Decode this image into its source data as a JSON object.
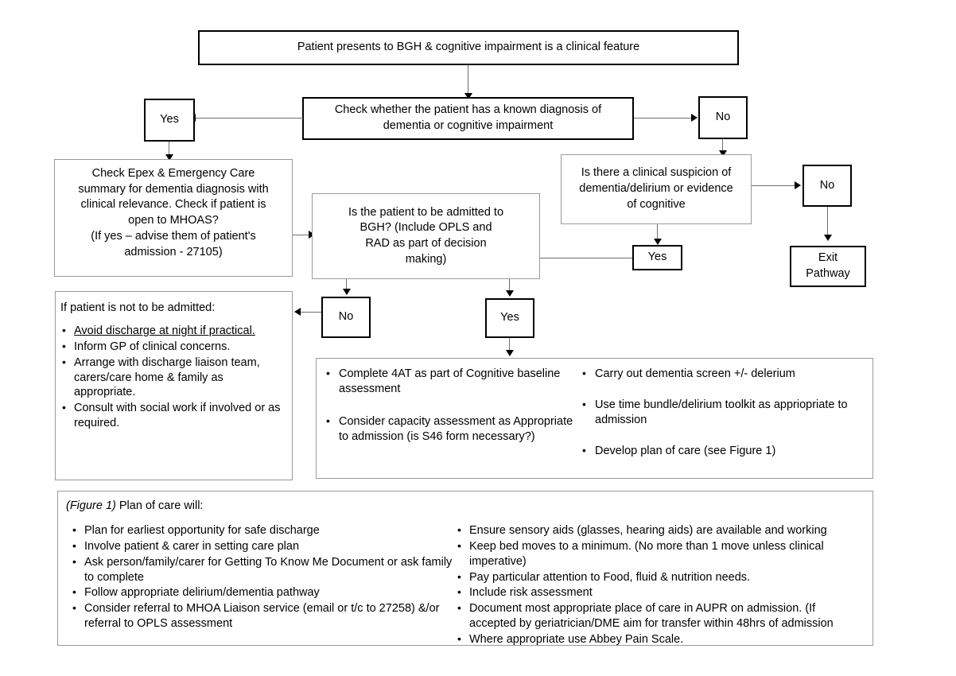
{
  "title": "Dementia / cognitive impairment clinical pathway flowchart",
  "nodes": {
    "start": "Patient presents to BGH & cognitive impairment is a clinical feature",
    "check_known": "Check whether the patient has a known diagnosis of dementia or cognitive impairment",
    "yes_1": "Yes",
    "no_1": "No",
    "epex": {
      "line1": "Check Epex & Emergency Care",
      "line2": "summary for dementia diagnosis with",
      "line3": "clinical relevance. Check if patient is",
      "line4": "open to MHOAS?",
      "line5": "(If yes – advise them of patient's",
      "line6": "admission - 27105)"
    },
    "suspicion": {
      "line1": "Is there a clinical suspicion of",
      "line2": "dementia/delirium or evidence",
      "line3": "of cognitive"
    },
    "no_2": "No",
    "exit_pathway": {
      "line1": "Exit",
      "line2": "Pathway"
    },
    "yes_2": "Yes",
    "admitted": {
      "line1": "Is the patient to be admitted to",
      "line2": "BGH? (Include OPLS and",
      "line3": "RAD as part of decision",
      "line4": "making)"
    },
    "no_3": "No",
    "yes_3": "Yes"
  },
  "not_admitted": {
    "heading": "If patient is not to be admitted:",
    "items": [
      "Avoid discharge at night if practical.",
      "Inform GP of clinical concerns.",
      "Arrange with discharge liaison team, carers/care home & family as appropriate.",
      "Consult with social work if involved or as required."
    ]
  },
  "assessment": {
    "left_items": [
      "Complete 4AT as part of Cognitive baseline assessment",
      "Consider capacity assessment as Appropriate to admission (is S46 form necessary?)"
    ],
    "right_items": [
      "Carry out dementia screen +/- delerium",
      "Use time bundle/delirium toolkit as appriopriate to admission",
      "Develop plan of care (see Figure 1)"
    ]
  },
  "figure1": {
    "heading_em": "(Figure 1)",
    "heading_rest": " Plan of care will:",
    "left_items": [
      "Plan for earliest opportunity for safe discharge",
      "Involve patient & carer in setting care plan",
      "Ask person/family/carer for Getting To Know Me Document or ask family to complete",
      "Follow appropriate delirium/dementia pathway",
      "Consider referral to MHOA Liaison service (email or t/c to 27258) &/or referral to OPLS assessment"
    ],
    "right_items": [
      "Ensure sensory aids (glasses, hearing aids) are available and working",
      "Keep bed moves to a minimum. (No more than 1 move unless clinical imperative)",
      "Pay particular attention to Food, fluid & nutrition needs.",
      "Include risk assessment",
      "Document most appropriate place of care in AUPR on admission. (If accepted by geriatrician/DME aim for transfer within 48hrs of admission",
      "Where appropriate use Abbey Pain Scale."
    ]
  },
  "colors": {
    "line": "#6f6f6f",
    "border": "#000000",
    "background": "#ffffff"
  }
}
